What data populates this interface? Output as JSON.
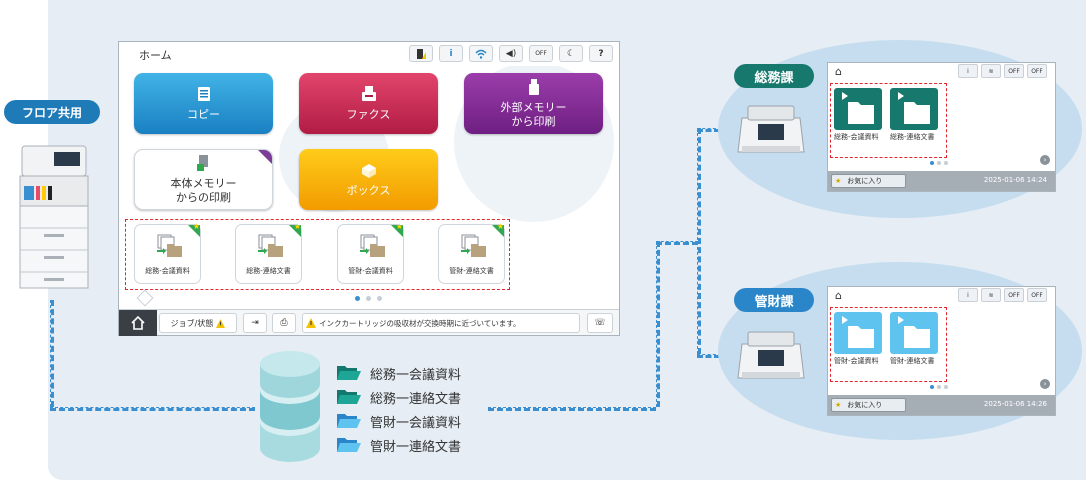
{
  "floor_label": "フロア共用",
  "panel": {
    "title": "ホーム",
    "status_icons": [
      "ink-icon",
      "info-icon",
      "wifi-icon",
      "volume-icon",
      "wifi-direct-off-icon",
      "sleep-icon",
      "help-icon"
    ],
    "status_labels": [
      "",
      "i",
      "",
      "◀)",
      "OFF",
      "☾",
      "?"
    ],
    "tiles": {
      "copy": "コピー",
      "fax": "ファクス",
      "usb_print": "外部メモリー\nから印刷",
      "memory_print": "本体メモリー\nからの印刷",
      "box": "ボックス"
    },
    "shortcuts": [
      "総務-会議資料",
      "総務-連絡文書",
      "管財-会議資料",
      "管財-連絡文書"
    ],
    "job_label": "ジョブ/状態",
    "message": "インクカートリッジの吸収材が交換時期に近づいています。"
  },
  "database_folders": [
    "総務一会議資料",
    "総務一連絡文書",
    "管財一会議資料",
    "管財一連絡文書"
  ],
  "departments": [
    {
      "name": "総務課",
      "folders": [
        "総務-会議資料",
        "総務-連絡文書"
      ],
      "favorites_label": "お気に入り",
      "timestamp": "2025-01-06 14:24",
      "folder_color": "#17786e"
    },
    {
      "name": "管財課",
      "folders": [
        "管財-会議資料",
        "管財-連絡文書"
      ],
      "favorites_label": "お気に入り",
      "timestamp": "2025-01-06 14:26",
      "folder_color": "#5ec3ee"
    }
  ],
  "colors": {
    "accent_blue": "#1f7ab8",
    "dept1_green": "#17786e",
    "dept2_blue": "#2a86c8",
    "highlight_red": "#e0262f"
  }
}
